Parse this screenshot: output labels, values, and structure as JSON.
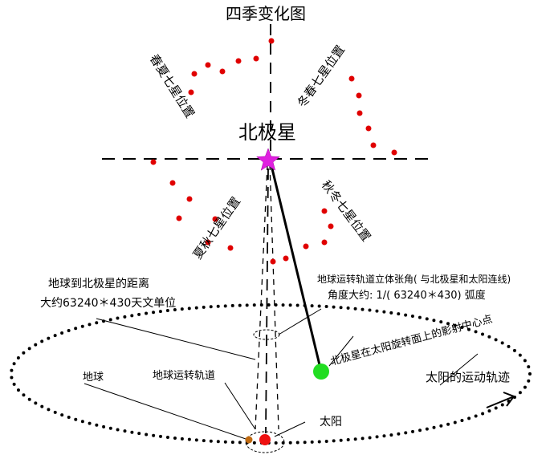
{
  "title": "四季变化图",
  "polaris_label": "北极星",
  "labels": {
    "spring_summer": "春夏七星位置",
    "winter_spring": "冬春七星位置",
    "summer_autumn": "夏秋七星位置",
    "autumn_winter": "秋冬七星位置",
    "distance_line1": "地球到北极星的距离",
    "distance_line2": "大约63240＊430天文单位",
    "angle_line1": "地球运转轨道立体张角( 与北极星和太阳连线)",
    "angle_line2": "角度大约: 1/( 63240＊430) 弧度",
    "projection": "北极星在太阳旋转面上的影射中心点",
    "earth": "地球",
    "earth_orbit": "地球运转轨道",
    "sun": "太阳",
    "sun_track": "太阳的运动轨迹"
  },
  "colors": {
    "stars": "#e00000",
    "polaris": "#e020e0",
    "sun": "#ee1111",
    "earth": "#c06a10",
    "projection_point": "#22dd22",
    "lines": "#000000"
  }
}
